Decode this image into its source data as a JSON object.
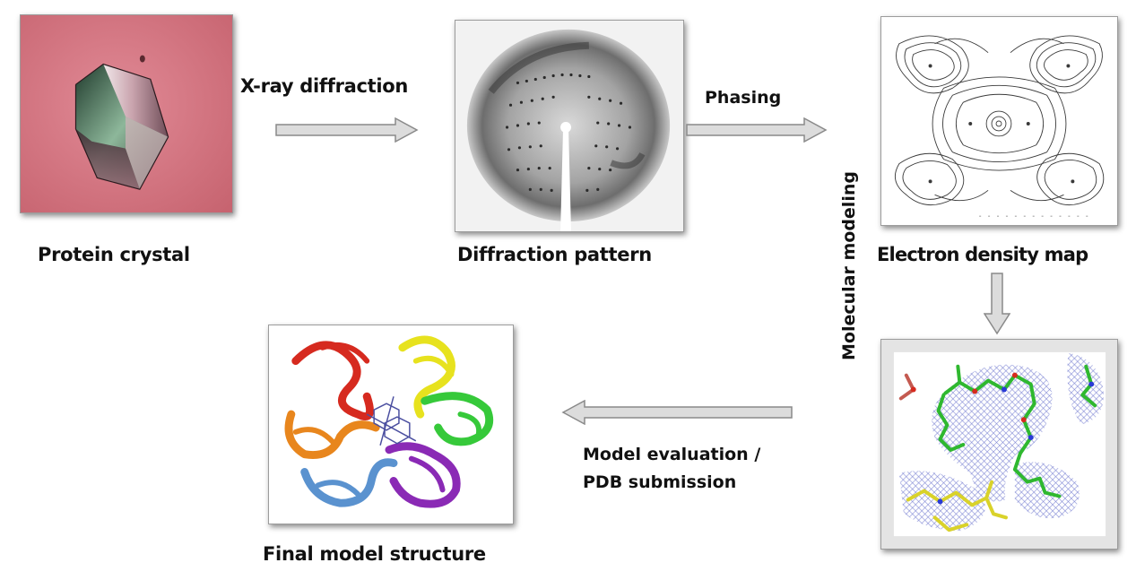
{
  "steps": {
    "crystal": "Protein crystal",
    "diffraction": "Diffraction pattern",
    "density": "Electron density map",
    "final": "Final model structure"
  },
  "arrows": {
    "xray": "X-ray diffraction",
    "phasing": "Phasing",
    "modeling": "Molecular modeling",
    "evaluation_line1": "Model evaluation /",
    "evaluation_line2": "PDB submission"
  },
  "colors": {
    "crystal_background": "#d97d8a",
    "arrow_fill": "#dcdcdc",
    "arrow_stroke": "#8a8a8a",
    "helix_red": "#d62a1f",
    "helix_yellow": "#e7e21e",
    "helix_green": "#36c93a",
    "helix_orange": "#e8861d",
    "helix_blue": "#5a92cf",
    "helix_purple": "#8a2ab5",
    "density_mesh": "#5a64c8",
    "model_carbon": "#2fb82f"
  }
}
